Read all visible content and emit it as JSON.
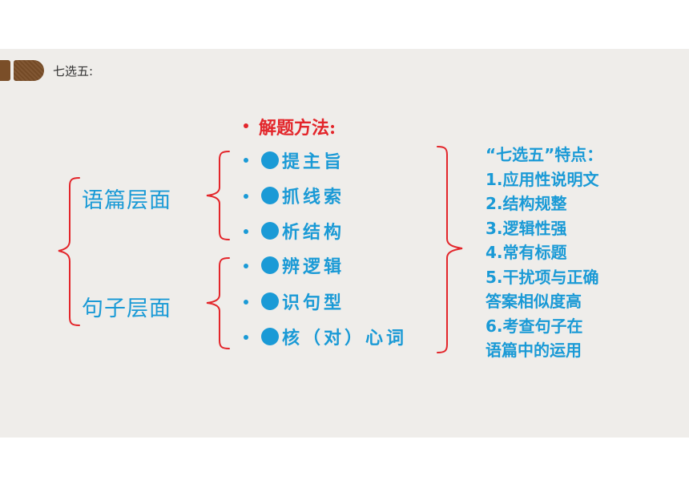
{
  "header": {
    "section_title": "七选五:"
  },
  "levels": [
    "语篇层面",
    "句子层面"
  ],
  "methods": {
    "heading": "解题方法:",
    "items": [
      "提主旨",
      "抓线索",
      "析结构",
      "辨逻辑",
      "识句型",
      "核（对）心词"
    ]
  },
  "features": {
    "lines": [
      "“七选五”特点：",
      "1.应用性说明文",
      "2.结构规整",
      "3.逻辑性强",
      "4.常有标题",
      "5.干扰项与正确",
      "答案相似度高",
      "6.考查句子在",
      "语篇中的运用"
    ]
  },
  "colors": {
    "accent_blue": "#1a9ad6",
    "accent_red": "#e3252a",
    "tab_brown": "#7a4e28",
    "background": "#efedea"
  }
}
